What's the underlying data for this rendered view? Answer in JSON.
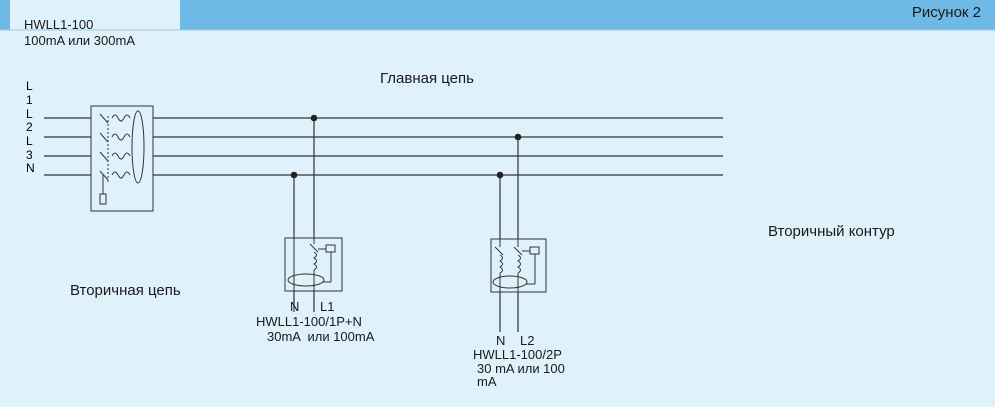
{
  "figure_label": "Рисунок 2",
  "header": {
    "model": "HWLL1-100",
    "rating": "100mA или 300mA"
  },
  "bus_label_chars": [
    "L",
    "1",
    "L",
    "2",
    "L",
    "3",
    "N"
  ],
  "labels": {
    "main_circuit": "Главная цепь",
    "secondary_contour": "Вторичный контур",
    "secondary_circuit": "Вторичная цепь"
  },
  "device1": {
    "terminal_n": "N",
    "terminal_l": "L1",
    "model": "HWLL1-100/1P+N",
    "rating": "30mA  или 100mA"
  },
  "device2": {
    "terminal_n": "N",
    "terminal_l": "L2",
    "model": "HWLL1-100/2P",
    "rating_line1": "30 mA или 100",
    "rating_line2": "mA"
  },
  "colors": {
    "header_band": "#6fb9e6",
    "panel": "#dff2fb",
    "line": "#333333"
  }
}
